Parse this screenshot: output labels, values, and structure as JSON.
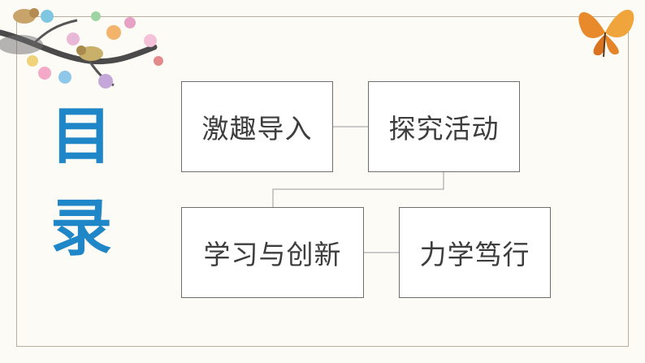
{
  "title": {
    "line1": "目",
    "line2": "录"
  },
  "items": [
    {
      "label": "激趣导入"
    },
    {
      "label": "探究活动"
    },
    {
      "label": "学习与创新"
    },
    {
      "label": "力学笃行"
    }
  ],
  "colors": {
    "title": "#1f86c7",
    "box_border": "#6e6e6e",
    "connector": "#9a9a9a",
    "background": "#fdfbf6"
  },
  "decorations": [
    "plum-blossom-branch",
    "bird",
    "butterfly"
  ]
}
